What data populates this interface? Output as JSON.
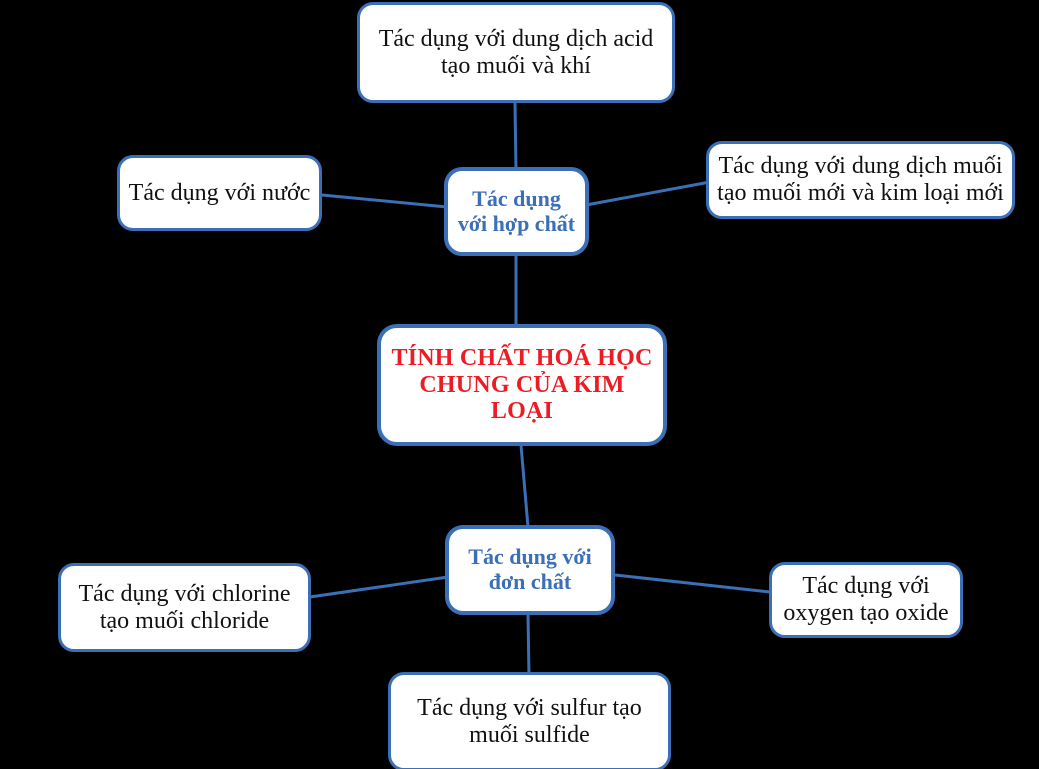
{
  "diagram": {
    "title": "TÍNH CHẤT HOÁ HỌC CHUNG CỦA KIM LOẠI",
    "background_color": "#000000",
    "node_fill_color": "#FFFFFF",
    "node_border_color": "#3B6FB6",
    "branch_text_color": "#3B6FB6",
    "root_text_color": "#ED1C24",
    "leaf_text_color": "#111111",
    "connector_color": "#3B6FB6"
  },
  "nodes": {
    "root": {
      "label": "TÍNH CHẤT HOÁ HỌC\nCHUNG CỦA KIM LOẠI"
    },
    "branch_compound": {
      "label": "Tác dụng\nvới hợp chất"
    },
    "branch_element": {
      "label": "Tác dụng với\nđơn chất"
    },
    "leaf_acid": {
      "label": "Tác dụng với dung dịch acid\ntạo muối và khí"
    },
    "leaf_water": {
      "label": "Tác dụng với nước"
    },
    "leaf_salt": {
      "label": "Tác dụng với dung dịch muối\ntạo muối mới và kim loại mới"
    },
    "leaf_chlorine": {
      "label": "Tác dụng với chlorine\ntạo muối chloride"
    },
    "leaf_oxygen": {
      "label": "Tác dụng với\noxygen tạo oxide"
    },
    "leaf_sulfur": {
      "label": "Tác dụng với sulfur tạo\nmuối sulfide"
    }
  }
}
